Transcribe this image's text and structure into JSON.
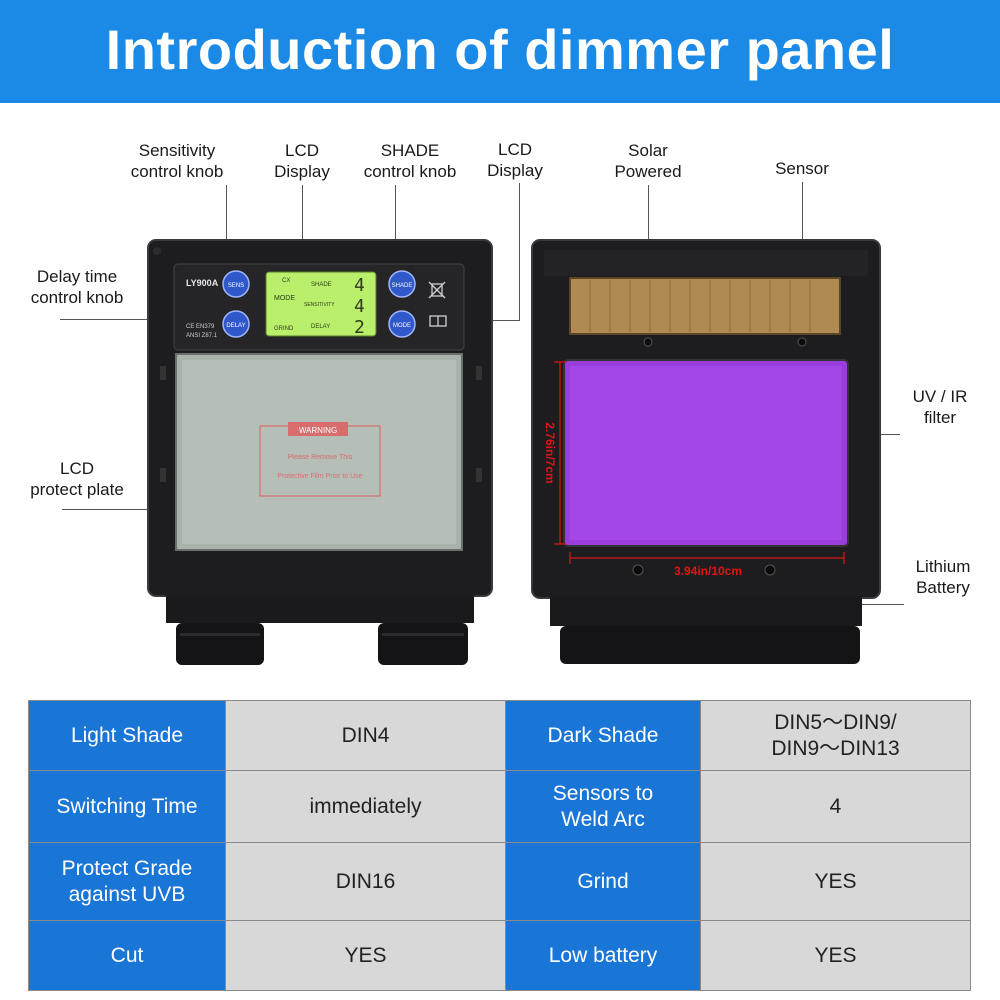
{
  "title": "Introduction of dimmer panel",
  "left_panel": {
    "model": "LY900A",
    "cert_ce": "CE EN379",
    "cert_ansi": "ANSI Z87.1",
    "buttons": {
      "sens": "SENS",
      "delay": "DELAY",
      "shade": "SHADE",
      "mode": "MODE"
    },
    "lcd": {
      "cx": "CX",
      "mode": "MODE",
      "grind": "GRIND",
      "shade": "SHADE",
      "sensitivity": "SENSITIVITY",
      "delay": "DELAY",
      "digit_shade": "4",
      "digit_sensitivity": "4",
      "digit_delay": "2"
    },
    "warning": {
      "title": "WARNING",
      "line1": "Please Remove This",
      "line2": "Protective Film Prior to Use"
    }
  },
  "right_panel": {
    "height_dim": "2.76in/7cm",
    "width_dim": "3.94in/10cm"
  },
  "labels": {
    "sensitivity_knob_1": "Sensitivity",
    "sensitivity_knob_2": "control knob",
    "lcd_display_a_1": "LCD",
    "lcd_display_a_2": "Display",
    "shade_knob_1": "SHADE",
    "shade_knob_2": "control knob",
    "lcd_display_b_1": "LCD",
    "lcd_display_b_2": "Display",
    "solar_1": "Solar",
    "solar_2": "Powered",
    "sensor": "Sensor",
    "delay_knob_1": "Delay time",
    "delay_knob_2": "control  knob",
    "lcd_plate_1": "LCD",
    "lcd_plate_2": "protect plate",
    "uvir_1": "UV / IR",
    "uvir_2": "filter",
    "battery_1": "Lithium",
    "battery_2": "Battery"
  },
  "specs": {
    "r1": {
      "k1": "Light Shade",
      "v1": "DIN4",
      "k2": "Dark Shade",
      "v2a": "DIN5～DIN9/",
      "v2b": "DIN9～DIN13"
    },
    "r2": {
      "k1": "Switching Time",
      "v1": "immediately",
      "k2a": "Sensors to",
      "k2b": "Weld Arc",
      "v2": "4"
    },
    "r3": {
      "k1a": "Protect Grade",
      "k1b": "against UVB",
      "v1": "DIN16",
      "k2": "Grind",
      "v2": "YES"
    },
    "r4": {
      "k1": "Cut",
      "v1": "YES",
      "k2": "Low battery",
      "v2": "YES"
    }
  },
  "colors": {
    "banner": "#1b8ae6",
    "table_key": "#1976d6",
    "table_value": "#d8d8d8",
    "lcd": "#b9ef6a",
    "filter": "#9a3ddc",
    "dimension": "#e01414"
  }
}
